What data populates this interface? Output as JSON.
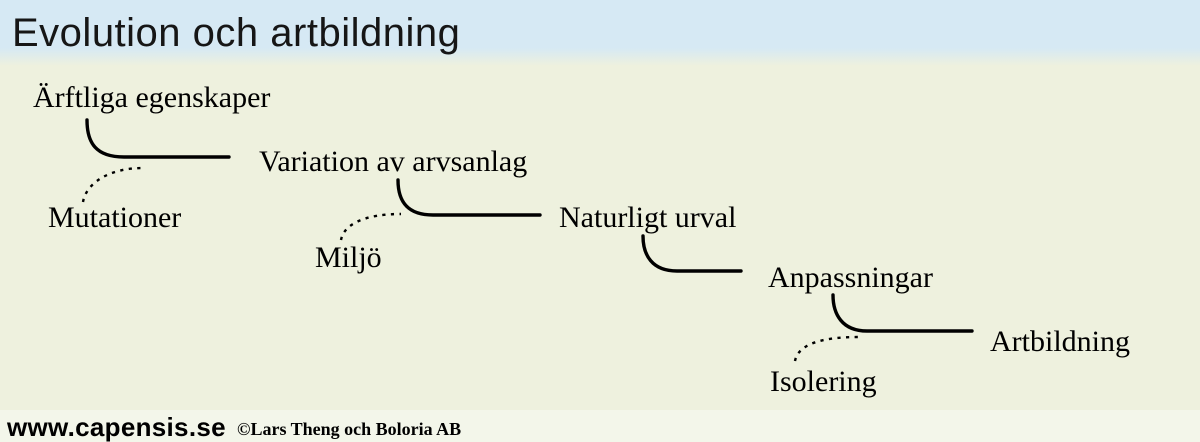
{
  "header": {
    "title": "Evolution och artbildning"
  },
  "diagram": {
    "nodes": [
      {
        "id": "arftliga",
        "label": "Ärftliga egenskaper"
      },
      {
        "id": "mutationer",
        "label": "Mutationer"
      },
      {
        "id": "variation",
        "label": "Variation av arvsanlag"
      },
      {
        "id": "miljo",
        "label": "Miljö"
      },
      {
        "id": "naturligt",
        "label": "Naturligt urval"
      },
      {
        "id": "anpassningar",
        "label": "Anpassningar"
      },
      {
        "id": "isolering",
        "label": "Isolering"
      },
      {
        "id": "artbildning",
        "label": "Artbildning"
      }
    ],
    "flow": "Ärftliga egenskaper + Mutationer → Variation av arvsanlag + Miljö → Naturligt urval → Anpassningar + Isolering → Artbildning"
  },
  "footer": {
    "website": "www.capensis.se",
    "copyright": "©Lars Theng och Boloria AB"
  },
  "colors": {
    "header_bg": "#d6e9f4",
    "body_bg": "#eef1de",
    "footer_bg": "#f3f6ea",
    "ink": "#000000",
    "title_ink": "#161616"
  }
}
